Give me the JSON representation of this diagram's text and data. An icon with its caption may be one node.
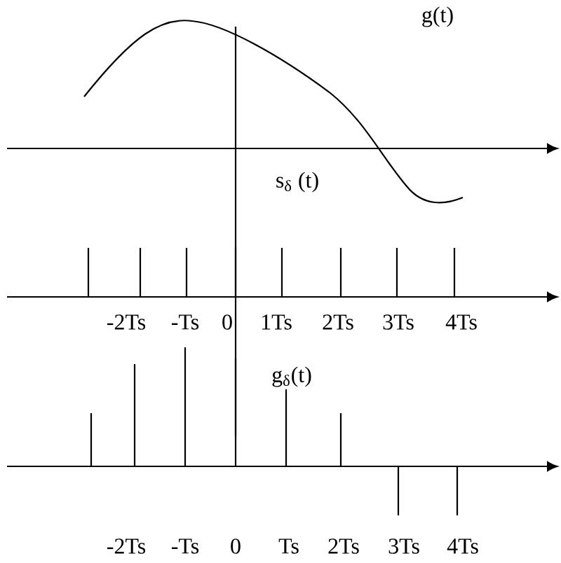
{
  "diagram": {
    "labels": [
      "g(t)",
      "s$_{δ}$ (t)",
      "-2Ts",
      "-Ts",
      "0",
      "1Ts",
      "2Ts",
      "3Ts",
      "4Ts",
      "g$_{δ}$(t)",
      "-2Ts",
      "-Ts",
      "0",
      "Ts",
      "2Ts",
      "3Ts",
      "4Ts"
    ]
  }
}
